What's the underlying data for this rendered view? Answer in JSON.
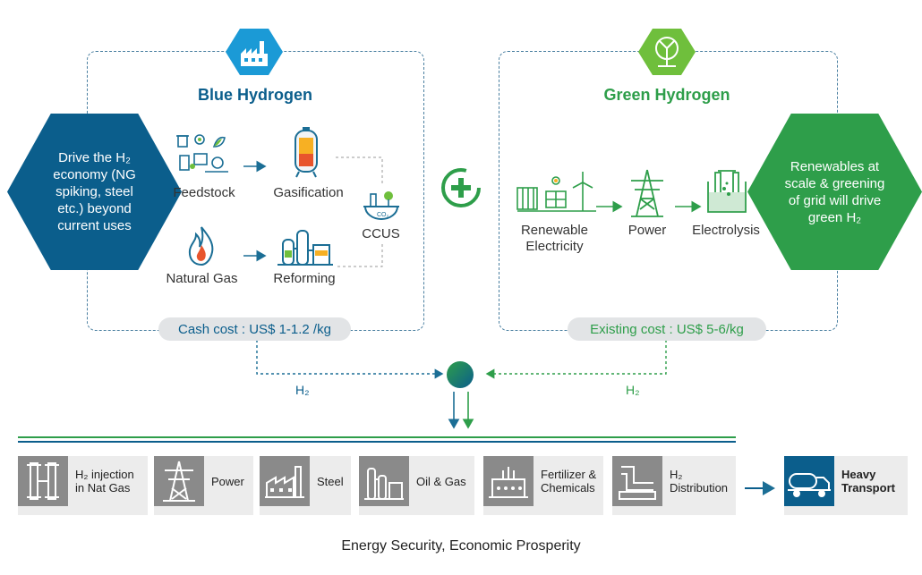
{
  "blue": {
    "title": "Blue Hydrogen",
    "hex_text": "Drive the H₂ economy (NG spiking, steel etc.) beyond current uses",
    "feedstock": "Feedstock",
    "gasification": "Gasification",
    "natural_gas": "Natural Gas",
    "reforming": "Reforming",
    "ccus": "CCUS",
    "cost": "Cash cost : US$ 1-1.2 /kg",
    "h2": "H₂"
  },
  "green": {
    "title": "Green Hydrogen",
    "hex_text": "Renewables at scale & greening of grid will drive  green H₂",
    "renewable": "Renewable Electricity",
    "power": "Power",
    "electrolysis": "Electrolysis",
    "cost": "Existing cost : US$ 5-6/kg",
    "h2": "H₂"
  },
  "uses": [
    {
      "label": "H₂ injection in Nat Gas",
      "icon": "pipeline-icon"
    },
    {
      "label": "Power",
      "icon": "transmission-tower-icon"
    },
    {
      "label": "Steel",
      "icon": "steel-plant-icon"
    },
    {
      "label": "Oil & Gas",
      "icon": "refinery-icon"
    },
    {
      "label": "Fertilizer & Chemicals",
      "icon": "chemical-plant-icon"
    },
    {
      "label": "H₂ Distribution",
      "icon": "pipes-icon"
    }
  ],
  "heavy_transport": "Heavy Transport",
  "footer": "Energy Security, Economic Prosperity",
  "colors": {
    "blue": "#0b5e8c",
    "green": "#2e9e4a",
    "accent_blue": "#1b8fd1",
    "lime": "#6fbf3c",
    "gray": "#8a8a8a"
  }
}
